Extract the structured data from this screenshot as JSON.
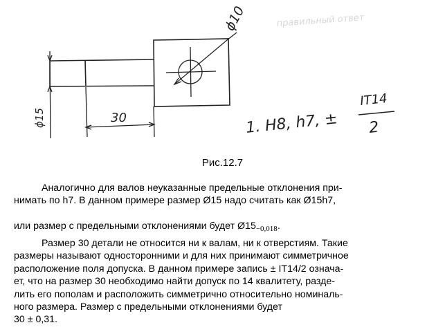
{
  "drawing": {
    "dim_diameter_hole": "ϕ10",
    "dim_diameter_shaft": "ϕ15",
    "dim_length": "30",
    "note_prefix": "1. H8, h7, ±",
    "note_fraction_num": "IT14",
    "note_fraction_den": "2",
    "faint_text": "правильный ответ"
  },
  "caption": "Рис.12.7",
  "paragraph1": {
    "line1": "Аналогично для валов неуказанные предельные отклонения при-",
    "line2": "нимать по h7.  В данном примере размер Ø15 надо считать как Ø15h7,",
    "line3_main": "или  размер с предельными отклонениями будет Ø15",
    "line3_sub": "−0,018",
    "line3_end": "."
  },
  "paragraph2": {
    "lines": [
      "Размер 30 детали не относится ни к валам, ни к отверстиям. Такие",
      "размеры называют односторонними и для них принимают симметричное",
      "расположение поля допуска. В данном примере запись ± IT14/2  означа-",
      "ет, что на размер 30 необходимо найти допуск по 14 квалитету, разде-",
      "лить его пополам и расположить симметрично относительно номиналь-",
      "ного размера. Размер с предельными отклонениями будет",
      "30 ± 0,31."
    ]
  }
}
